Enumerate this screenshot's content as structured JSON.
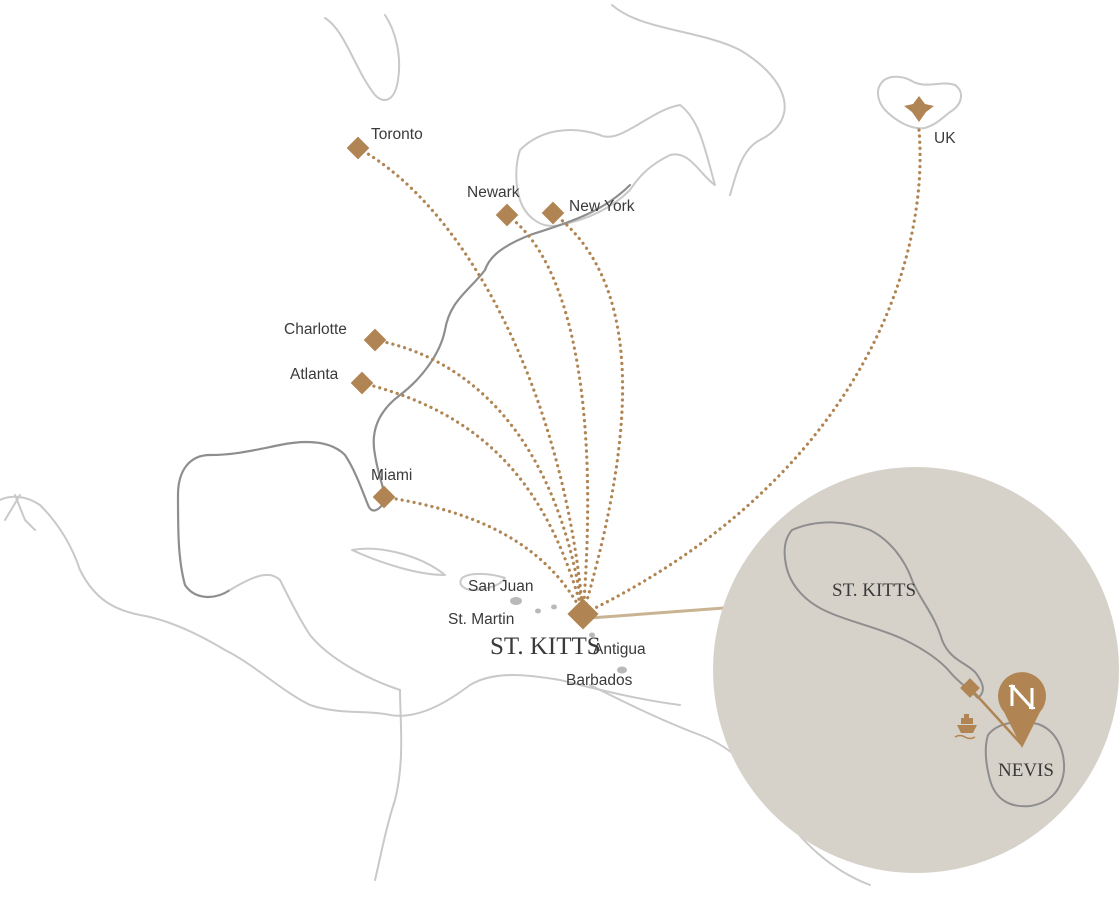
{
  "map": {
    "hub": {
      "name": "ST. KITTS"
    },
    "origins": [
      {
        "id": "toronto",
        "name": "Toronto"
      },
      {
        "id": "newark",
        "name": "Newark"
      },
      {
        "id": "new-york",
        "name": "New York"
      },
      {
        "id": "uk",
        "name": "UK"
      },
      {
        "id": "charlotte",
        "name": "Charlotte"
      },
      {
        "id": "atlanta",
        "name": "Atlanta"
      },
      {
        "id": "miami",
        "name": "Miami"
      }
    ],
    "nearby_islands": [
      {
        "id": "san-juan",
        "name": "San Juan"
      },
      {
        "id": "st-martin",
        "name": "St. Martin"
      },
      {
        "id": "antigua",
        "name": "Antigua"
      },
      {
        "id": "barbados",
        "name": "Barbados"
      }
    ],
    "inset": {
      "island_1": "ST. KITTS",
      "island_2": "NEVIS",
      "ferry_icon": "ferry-icon",
      "brand_icon": "brand-pin-icon"
    },
    "colors": {
      "route": "#b08553",
      "marker": "#b08553",
      "inset_background": "#d7d2c9",
      "coastline": "#c9c9c9",
      "coastline_dark": "#8e8e8e"
    }
  }
}
